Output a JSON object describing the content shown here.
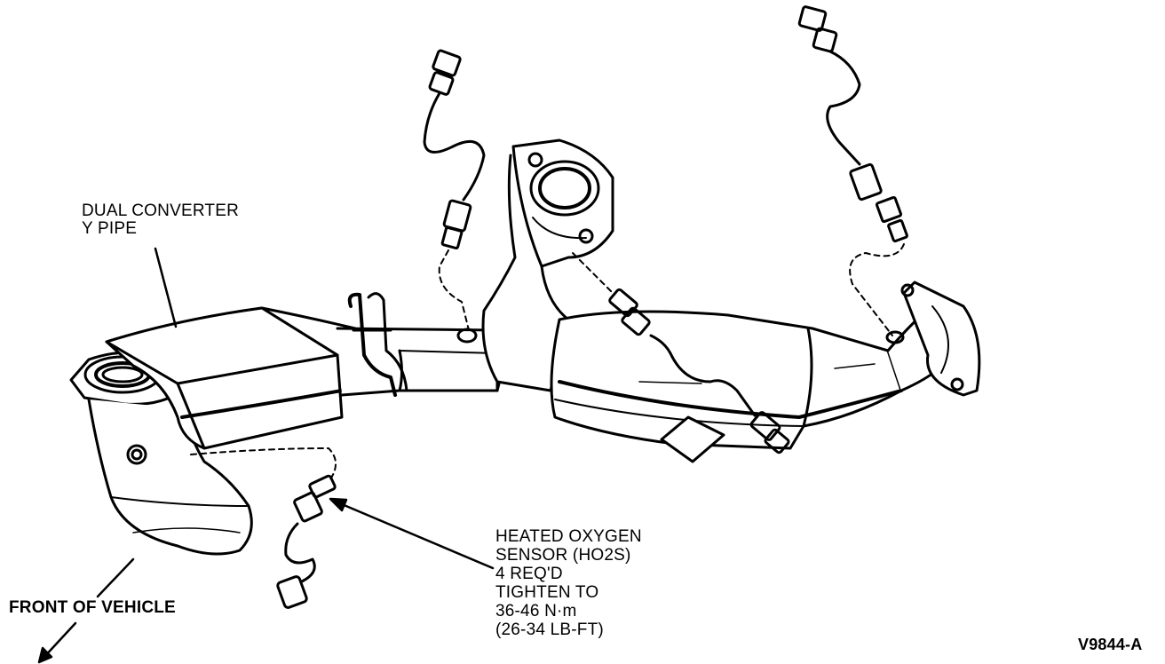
{
  "labels": {
    "y_pipe": [
      "DUAL CONVERTER",
      "Y PIPE"
    ],
    "sensor": [
      "HEATED OXYGEN",
      "SENSOR  (HO2S)",
      "4 REQ'D",
      "TIGHTEN TO",
      "36-46 N·m",
      "(26-34 LB-FT)"
    ],
    "front": "FRONT OF VEHICLE",
    "figure_id": "V9844-A"
  },
  "colors": {
    "ink": "#000000",
    "paper": "#ffffff"
  }
}
